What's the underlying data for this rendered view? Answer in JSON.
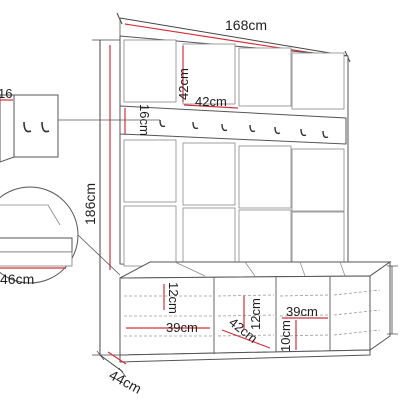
{
  "figure": {
    "type": "furniture-dimension-diagram",
    "colors": {
      "outline": "#555555",
      "dim_line": "#444444",
      "accent_red": "#d2323c",
      "panel_fill": "#ffffff",
      "grid_line": "#9a9a9a"
    },
    "dimensions": {
      "total_width": "168cm",
      "total_height": "186cm",
      "depth": "44cm",
      "panel_height": "42cm",
      "panel_width": "42cm",
      "hook_rail_height": "16cm",
      "bench_depth_detail": "46cm",
      "detail_top_partial": "16",
      "shelf_height": "12cm",
      "compartment_width_left": "39cm",
      "compartment_depth": "42cm",
      "compartment_height_center": "12cm",
      "compartment_width_right": "39cm",
      "compartment_height_right": "10cm"
    }
  }
}
